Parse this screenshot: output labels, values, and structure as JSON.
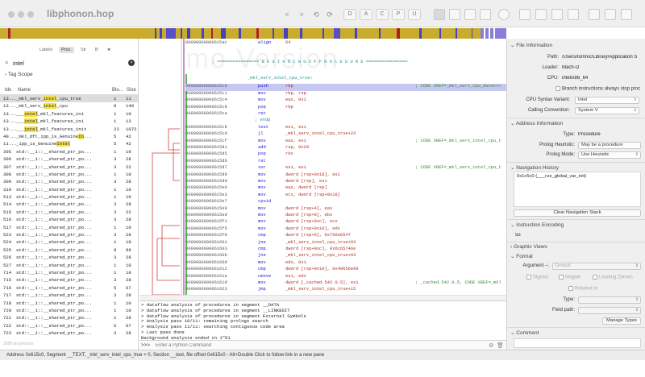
{
  "window": {
    "title": "libphonon.hop",
    "toolbar_letters": [
      "D",
      "A",
      "C",
      "P",
      "U"
    ]
  },
  "sidebar": {
    "tabs": [
      "Labels",
      "Proc.",
      "Str",
      "B",
      "★"
    ],
    "search_value": "intel",
    "tag_scope": "› Tag Scope",
    "columns": [
      "Idx",
      "Name",
      "Blo...",
      "Size"
    ],
    "highlight": "intel",
    "rows": [
      {
        "idx": "13...",
        "pre": "_mkl_serv_",
        "hl": "intel",
        "post": "_cpu_true",
        "blocks": "1",
        "size": "11",
        "selected": true
      },
      {
        "idx": "13...",
        "pre": "_mkl_serv_",
        "hl": "intel",
        "post": "_cpu",
        "blocks": "8",
        "size": "140"
      },
      {
        "idx": "13...",
        "pre": "___",
        "hl": "intel",
        "post": "_mkl_features_ini",
        "blocks": "1",
        "size": "10"
      },
      {
        "idx": "13...",
        "pre": "___",
        "hl": "intel",
        "post": "_mkl_features_ini",
        "blocks": "1",
        "size": "13"
      },
      {
        "idx": "13...",
        "pre": "___",
        "hl": "intel",
        "post": "_mkl_features_init",
        "blocks": "23",
        "size": "1072"
      },
      {
        "idx": "40...",
        "pre": "_mkl_dft_ipp_is_Genuine",
        "hl": "In",
        "post": "...",
        "blocks": "5",
        "size": "42"
      },
      {
        "idx": "11...",
        "pre": "_ipp_is_Genuine",
        "hl": "Intel",
        "post": "",
        "blocks": "5",
        "size": "42"
      },
      {
        "idx": "305",
        "pre": "std::__1::__shared_ptr_po...",
        "hl": "",
        "post": "",
        "blocks": "1",
        "size": "10"
      },
      {
        "idx": "306",
        "pre": "std::__1::__shared_ptr_po...",
        "hl": "",
        "post": "",
        "blocks": "3",
        "size": "28"
      },
      {
        "idx": "307",
        "pre": "std::__1::__shared_ptr_po...",
        "hl": "",
        "post": "",
        "blocks": "3",
        "size": "22"
      },
      {
        "idx": "308",
        "pre": "std::__1::__shared_ptr_po...",
        "hl": "",
        "post": "",
        "blocks": "1",
        "size": "10"
      },
      {
        "idx": "309",
        "pre": "std::__1::__shared_ptr_po...",
        "hl": "",
        "post": "",
        "blocks": "3",
        "size": "28"
      },
      {
        "idx": "310",
        "pre": "std::__1::__shared_ptr_po...",
        "hl": "",
        "post": "",
        "blocks": "1",
        "size": "10"
      },
      {
        "idx": "513",
        "pre": "std::__1::__shared_ptr_po...",
        "hl": "",
        "post": "",
        "blocks": "1",
        "size": "10"
      },
      {
        "idx": "514",
        "pre": "std::__1::__shared_ptr_po...",
        "hl": "",
        "post": "",
        "blocks": "3",
        "size": "28"
      },
      {
        "idx": "515",
        "pre": "std::__1::__shared_ptr_po...",
        "hl": "",
        "post": "",
        "blocks": "3",
        "size": "22"
      },
      {
        "idx": "516",
        "pre": "std::__1::__shared_ptr_po...",
        "hl": "",
        "post": "",
        "blocks": "3",
        "size": "28"
      },
      {
        "idx": "517",
        "pre": "std::__1::__shared_ptr_po...",
        "hl": "",
        "post": "",
        "blocks": "1",
        "size": "10"
      },
      {
        "idx": "523",
        "pre": "std::__1::__shared_ptr_po...",
        "hl": "",
        "post": "",
        "blocks": "3",
        "size": "28"
      },
      {
        "idx": "524",
        "pre": "std::__1::__shared_ptr_po...",
        "hl": "",
        "post": "",
        "blocks": "1",
        "size": "10"
      },
      {
        "idx": "525",
        "pre": "std::__1::__shared_ptr_po...",
        "hl": "",
        "post": "",
        "blocks": "9",
        "size": "96"
      },
      {
        "idx": "526",
        "pre": "std::__1::__shared_ptr_po...",
        "hl": "",
        "post": "",
        "blocks": "3",
        "size": "28"
      },
      {
        "idx": "527",
        "pre": "std::__1::__shared_ptr_po...",
        "hl": "",
        "post": "",
        "blocks": "1",
        "size": "10"
      },
      {
        "idx": "714",
        "pre": "std::__1::__shared_ptr_po...",
        "hl": "",
        "post": "",
        "blocks": "1",
        "size": "10"
      },
      {
        "idx": "715",
        "pre": "std::__1::__shared_ptr_po...",
        "hl": "",
        "post": "",
        "blocks": "3",
        "size": "28"
      },
      {
        "idx": "716",
        "pre": "std::__1::__shared_ptr_po...",
        "hl": "",
        "post": "",
        "blocks": "5",
        "size": "67"
      },
      {
        "idx": "717",
        "pre": "std::__1::__shared_ptr_po...",
        "hl": "",
        "post": "",
        "blocks": "3",
        "size": "28"
      },
      {
        "idx": "718",
        "pre": "std::__1::__shared_ptr_po...",
        "hl": "",
        "post": "",
        "blocks": "1",
        "size": "10"
      },
      {
        "idx": "720",
        "pre": "std::__1::__shared_ptr_po...",
        "hl": "",
        "post": "",
        "blocks": "1",
        "size": "10"
      },
      {
        "idx": "721",
        "pre": "std::__1::__shared_ptr_po...",
        "hl": "",
        "post": "",
        "blocks": "1",
        "size": "28"
      },
      {
        "idx": "722",
        "pre": "std::__1::__shared_ptr_po...",
        "hl": "",
        "post": "",
        "blocks": "5",
        "size": "67"
      },
      {
        "idx": "723",
        "pre": "std::__1::__shared_ptr_po...",
        "hl": "",
        "post": "",
        "blocks": "3",
        "size": "28"
      }
    ],
    "footer": "1588 procedures"
  },
  "disassembly": {
    "watermark": "Demo Version",
    "banner": "; ================ B E G I N N I N G   O F   P R O C E D U R E ================",
    "proc_label": "_mkl_serv_intel_cpu_true:",
    "endp": "; endp",
    "lines": [
      {
        "addr": "00000000000615ac",
        "mn": "align",
        "op": "64",
        "cm": ""
      },
      {
        "addr": "00000000000615c0",
        "mn": "push",
        "op": "rbp",
        "cm": "; CODE XREF=_mkl_serv_cpu_detect+",
        "sel": true
      },
      {
        "addr": "00000000000615c1",
        "mn": "mov",
        "op": "rbp, rsp",
        "cm": ""
      },
      {
        "addr": "00000000000615c4",
        "mn": "mov",
        "op": "eax, 0x1",
        "cm": ""
      },
      {
        "addr": "00000000000615c9",
        "mn": "pop",
        "op": "rbp",
        "cm": ""
      },
      {
        "addr": "00000000000615ca",
        "mn": "ret",
        "op": "",
        "cm": ""
      },
      {
        "addr": "00000000000615cb",
        "mn": "test",
        "op": "esi, esi",
        "cm": ""
      },
      {
        "addr": "00000000000615cd",
        "mn": "jl",
        "op": "_mkl_serv_intel_cpu_true+23",
        "cm": ""
      },
      {
        "addr": "00000000000615cf",
        "mn": "mov",
        "op": "eax, esi",
        "cm": "; CODE XREF=_mkl_serv_intel_cpu_t"
      },
      {
        "addr": "00000000000615d1",
        "mn": "add",
        "op": "rsp, 0x20",
        "cm": ""
      },
      {
        "addr": "00000000000615d5",
        "mn": "pop",
        "op": "rbx",
        "cm": ""
      },
      {
        "addr": "00000000000615d6",
        "mn": "ret",
        "op": "",
        "cm": ""
      },
      {
        "addr": "00000000000615d7",
        "mn": "xor",
        "op": "esi, esi",
        "cm": "; CODE XREF=_mkl_serv_intel_cpu_t"
      },
      {
        "addr": "00000000000615d9",
        "mn": "mov",
        "op": "dword [rsp+0x18], esi",
        "cm": ""
      },
      {
        "addr": "00000000000615dd",
        "mn": "mov",
        "op": "dword [rsp], esi",
        "cm": ""
      },
      {
        "addr": "00000000000615e0",
        "mn": "mov",
        "op": "eax, dword [rsp]",
        "cm": ""
      },
      {
        "addr": "00000000000615e3",
        "mn": "mov",
        "op": "ecx, dword [rsp+0x18]",
        "cm": ""
      },
      {
        "addr": "00000000000615e7",
        "mn": "cpuid",
        "op": "",
        "cm": ""
      },
      {
        "addr": "00000000000615e9",
        "mn": "mov",
        "op": "dword [rsp+4], eax",
        "cm": ""
      },
      {
        "addr": "00000000000615ed",
        "mn": "mov",
        "op": "dword [rsp+8], ebx",
        "cm": ""
      },
      {
        "addr": "00000000000615f1",
        "mn": "mov",
        "op": "dword [rsp+0xc], ecx",
        "cm": ""
      },
      {
        "addr": "00000000000615f5",
        "mn": "mov",
        "op": "dword [rsp+0x10], edx",
        "cm": ""
      },
      {
        "addr": "00000000000615f9",
        "mn": "cmp",
        "op": "dword [rsp+8], 0x756e6547",
        "cm": ""
      },
      {
        "addr": "0000000000061601",
        "mn": "jne",
        "op": "_mkl_serv_intel_cpu_true+93",
        "cm": ""
      },
      {
        "addr": "0000000000061603",
        "mn": "cmp",
        "op": "dword [rsp+0xc], 0x6c65746e",
        "cm": ""
      },
      {
        "addr": "000000000006160b",
        "mn": "jne",
        "op": "_mkl_serv_intel_cpu_true+93",
        "cm": ""
      },
      {
        "addr": "000000000006160d",
        "mn": "mov",
        "op": "edx, 0x1",
        "cm": ""
      },
      {
        "addr": "0000000000061612",
        "mn": "cmp",
        "op": "dword [rsp+0x10], 0x49656e69",
        "cm": ""
      },
      {
        "addr": "000000000006161a",
        "mn": "cmove",
        "op": "esi, edx",
        "cm": ""
      },
      {
        "addr": "000000000006161d",
        "mn": "mov",
        "op": "dword [_cached.542.0.5], esi",
        "cm": "; _cached.542.0.5, CODE XREF=_mkl"
      },
      {
        "addr": "0000000000061623",
        "mn": "jmp",
        "op": "_mkl_serv_intel_cpu_true+15",
        "cm": ""
      }
    ]
  },
  "console": {
    "lines": [
      "> dataflow analysis of procedures in segment __DATA",
      "> dataflow analysis of procedures in segment __LINKEDIT",
      "> dataflow analysis of procedures in segment External Symbols",
      "> Analysis pass 10/11: remaining prologs search",
      "> Analysis pass 11/11: searching contiguous code area",
      "> Last pass done",
      "Background analysis ended in 1\"51"
    ],
    "prompt": ">>>",
    "placeholder": "Enter a Python Command"
  },
  "statusbar": {
    "text": "Address 0x615c0, Segment __TEXT, _mkl_serv_intel_cpu_true + 0, Section __text, file offset 0x615c0 - Alt+Double Click to follow link in a new pane"
  },
  "inspector": {
    "file_info": {
      "header": "File Information",
      "path_label": "Path:",
      "path": "/Users/tomnic/Library/Application S",
      "loader_label": "Loader:",
      "loader": "Mach-O",
      "cpu_label": "CPU:",
      "cpu": "intel/x86_64",
      "branch_label": "Branch instructions always stop proc",
      "syntax_label": "CPU Syntax Variant:",
      "syntax": "Intel",
      "calling_label": "Calling Convention:",
      "calling": "System V"
    },
    "address_info": {
      "header": "Address Information",
      "type_label": "Type:",
      "type": "Procedure",
      "heuristic_label": "Prolog Heuristic:",
      "heuristic": "May be a procedure",
      "mode_label": "Prolog Mode:",
      "mode": "Use Heuristic"
    },
    "nav_history": {
      "header": "Navigation History",
      "item": "0x1c5c0 (___cxx_global_var_init)",
      "clear_button": "Clear Navigation Stack"
    },
    "encoding": {
      "header": "Instruction Encoding",
      "value": "55"
    },
    "graphic_views": {
      "header": "Graphic Views"
    },
    "format": {
      "header": "Format",
      "argument_label": "Argument –:",
      "argument": "Default",
      "signed": "Signed",
      "negate": "Negate",
      "leading_zeroes": "Leading Zeroes",
      "relative_to": "Relative to",
      "type_label": "Type:",
      "field_path_label": "Field path:",
      "manage_types": "Manage Types"
    },
    "comment": {
      "header": "Comment"
    }
  }
}
